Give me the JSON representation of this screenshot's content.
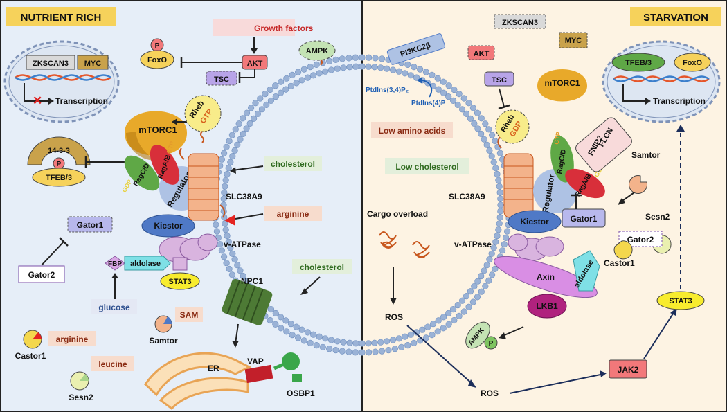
{
  "panels": {
    "left_title": "NUTRIENT RICH",
    "right_title": "STARVATION"
  },
  "left": {
    "nucleus": {
      "box1": "ZKSCAN3",
      "box2": "MYC",
      "transcription": "Transcription"
    },
    "p": "P",
    "foxo": "FoxO",
    "growth_factors": "Growth factors",
    "akt": "AKT",
    "tsc": "TSC",
    "ampk": "AMPK",
    "mtorc1": "mTORC1",
    "rheb": "Rheb",
    "gtp": "GTP",
    "fourteen33": "14-3-3",
    "tfeb": "TFEB/3",
    "raga": "RagA/B",
    "ragc": "RagC/D",
    "gdp": "GDP",
    "regulator": "Regulator",
    "kicstor": "Kicstor",
    "gator1": "Gator1",
    "gator2": "Gator2",
    "cholesterol_1": "cholesterol",
    "slc38a9": "SLC38A9",
    "arginine_1": "arginine",
    "vatpase": "v-ATPase",
    "fbp": "FBP",
    "aldolase": "aldolase",
    "stat3": "STAT3",
    "glucose": "glucose",
    "cholesterol_2": "cholesterol",
    "npc1": "NPC1",
    "sam": "SAM",
    "samtor": "Samtor",
    "castor1": "Castor1",
    "arginine_2": "arginine",
    "leucine": "leucine",
    "sesn2": "Sesn2",
    "er": "ER",
    "vap": "VAP",
    "osbp1": "OSBP1"
  },
  "right": {
    "zkscan3": "ZKSCAN3",
    "myc": "MYC",
    "pi3kc2b": "PI3KC2β",
    "ptdins34p2": "PtdIns(3,4)P₂",
    "ptdins4p": "PtdIns(4)P",
    "akt": "AKT",
    "tsc": "TSC",
    "mtorc1": "mTORC1",
    "nucleus": {
      "box1": "TFEB/3",
      "box2": "FoxO",
      "transcription": "Transcription"
    },
    "low_amino_acids": "Low amino acids",
    "low_cholesterol": "Low cholesterol",
    "rheb": "Rheb",
    "gdp": "GDP",
    "gtp": "GTP",
    "flcn": "FLCN",
    "fnip2": "FNIP2",
    "ragc": "RagC/D",
    "raga": "RagA/B",
    "gdp2": "GDP",
    "regulator": "Regulator",
    "samtor": "Samtor",
    "slc38a9": "SLC38A9",
    "kicstor": "Kicstor",
    "gator1": "Gator1",
    "sesn2": "Sesn2",
    "gator2": "Gator2",
    "castor1": "Castor1",
    "cargo_overload": "Cargo overload",
    "vatpase": "v-ATPase",
    "axin": "Axin",
    "aldolase": "aldolase",
    "lkb1": "LKB1",
    "ampk": "AMPK",
    "p": "P",
    "ros1": "ROS",
    "ros2": "ROS",
    "jak2": "JAK2",
    "stat3": "STAT3"
  },
  "colors": {
    "left_bg": "#e6eef8",
    "right_bg": "#fdf3e3",
    "title_fill": "#f6d25b",
    "akt": "#f2787a",
    "tsc": "#b8a4e8",
    "kicstor": "#4f79c6",
    "regulator": "#aec2e4",
    "raga": "#d82f3a",
    "ragc": "#5fa846",
    "gtp": "#e39b2b",
    "mtorc1": "#e8a92a",
    "stat3": "#f8ec2e",
    "aldolase": "#7fe0e6",
    "vatpase": "#d9b4df",
    "npc1": "#4d7a35",
    "lkb1": "#b0227e",
    "membrane": "#9ab2d6"
  }
}
